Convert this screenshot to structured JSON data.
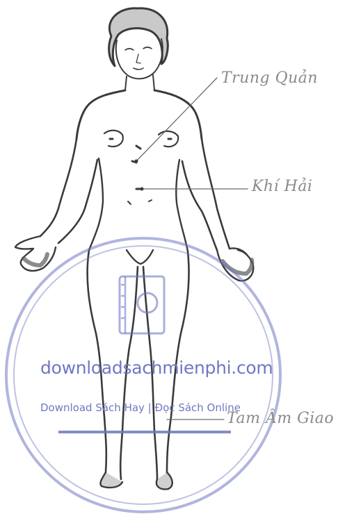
{
  "labels": {
    "trung_quan": "Trung Quản",
    "khi_hai": "Khí Hải",
    "tam_am_giao": "Tam Âm Giao"
  },
  "watermark": {
    "site": "downloadsachmienphi.com",
    "tagline": "Download Sách Hay | Đọc Sách Online",
    "color": "#6f78c4"
  },
  "colors": {
    "ink": "#3a3a3a",
    "label": "#8a8a8a"
  }
}
